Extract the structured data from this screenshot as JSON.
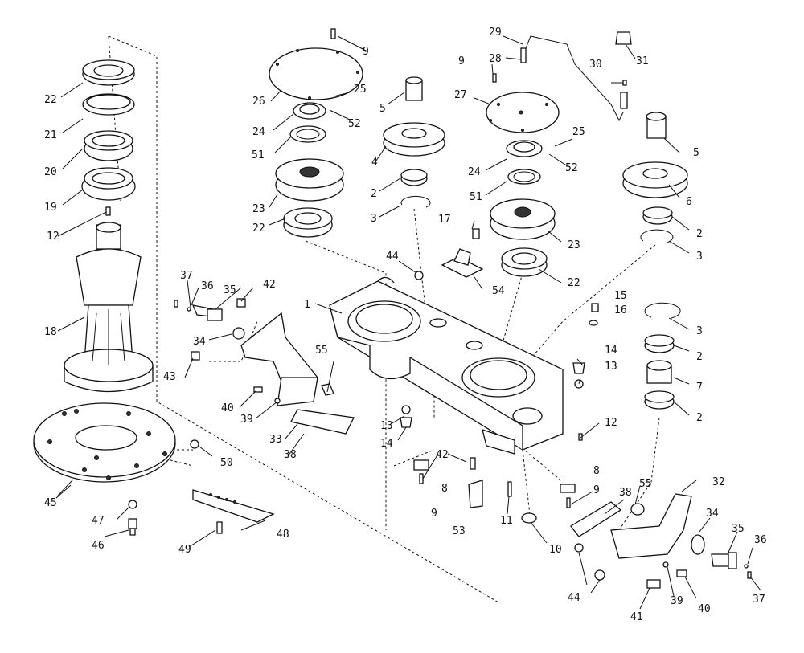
{
  "labels": [
    {
      "text": "1"
    },
    {
      "text": "2"
    },
    {
      "text": "2"
    },
    {
      "text": "2"
    },
    {
      "text": "2"
    },
    {
      "text": "3"
    },
    {
      "text": "3"
    },
    {
      "text": "3"
    },
    {
      "text": "4"
    },
    {
      "text": "5"
    },
    {
      "text": "5"
    },
    {
      "text": "6"
    },
    {
      "text": "7"
    },
    {
      "text": "8"
    },
    {
      "text": "8"
    },
    {
      "text": "9"
    },
    {
      "text": "9"
    },
    {
      "text": "9"
    },
    {
      "text": "9"
    },
    {
      "text": "10"
    },
    {
      "text": "11"
    },
    {
      "text": "12"
    },
    {
      "text": "12"
    },
    {
      "text": "13"
    },
    {
      "text": "13"
    },
    {
      "text": "14"
    },
    {
      "text": "14"
    },
    {
      "text": "15"
    },
    {
      "text": "16"
    },
    {
      "text": "17"
    },
    {
      "text": "18"
    },
    {
      "text": "19"
    },
    {
      "text": "20"
    },
    {
      "text": "21"
    },
    {
      "text": "22"
    },
    {
      "text": "22"
    },
    {
      "text": "22"
    },
    {
      "text": "23"
    },
    {
      "text": "23"
    },
    {
      "text": "24"
    },
    {
      "text": "24"
    },
    {
      "text": "25"
    },
    {
      "text": "25"
    },
    {
      "text": "26"
    },
    {
      "text": "27"
    },
    {
      "text": "28"
    },
    {
      "text": "29"
    },
    {
      "text": "30"
    },
    {
      "text": "31"
    },
    {
      "text": "32"
    },
    {
      "text": "33"
    },
    {
      "text": "34"
    },
    {
      "text": "34"
    },
    {
      "text": "35"
    },
    {
      "text": "35"
    },
    {
      "text": "36"
    },
    {
      "text": "36"
    },
    {
      "text": "37"
    },
    {
      "text": "37"
    },
    {
      "text": "38"
    },
    {
      "text": "38"
    },
    {
      "text": "39"
    },
    {
      "text": "39"
    },
    {
      "text": "40"
    },
    {
      "text": "40"
    },
    {
      "text": "41"
    },
    {
      "text": "42"
    },
    {
      "text": "42"
    },
    {
      "text": "43"
    },
    {
      "text": "44"
    },
    {
      "text": "44"
    },
    {
      "text": "45"
    },
    {
      "text": "46"
    },
    {
      "text": "47"
    },
    {
      "text": "48"
    },
    {
      "text": "49"
    },
    {
      "text": "50"
    },
    {
      "text": "51"
    },
    {
      "text": "51"
    },
    {
      "text": "52"
    },
    {
      "text": "52"
    },
    {
      "text": "53"
    },
    {
      "text": "54"
    },
    {
      "text": "55"
    },
    {
      "text": "55"
    }
  ]
}
